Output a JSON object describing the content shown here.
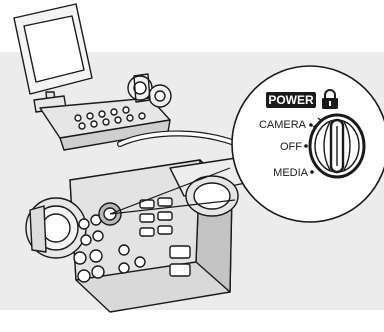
{
  "illustration": {
    "subject_icon": "video-camera-icon",
    "callout": {
      "badge_label": "POWER",
      "lock_icon": "padlock-icon",
      "positions": [
        "CAMERA",
        "OFF",
        "MEDIA"
      ],
      "selected_position": "OFF"
    }
  },
  "colors": {
    "background": "#ffffff",
    "backdrop_panel": "#ececec",
    "line": "#1a1a1a",
    "body_shade": "#d9d9d9",
    "callout_fill": "#ffffff",
    "badge": "#1a1a1a",
    "badge_text": "#ffffff"
  }
}
